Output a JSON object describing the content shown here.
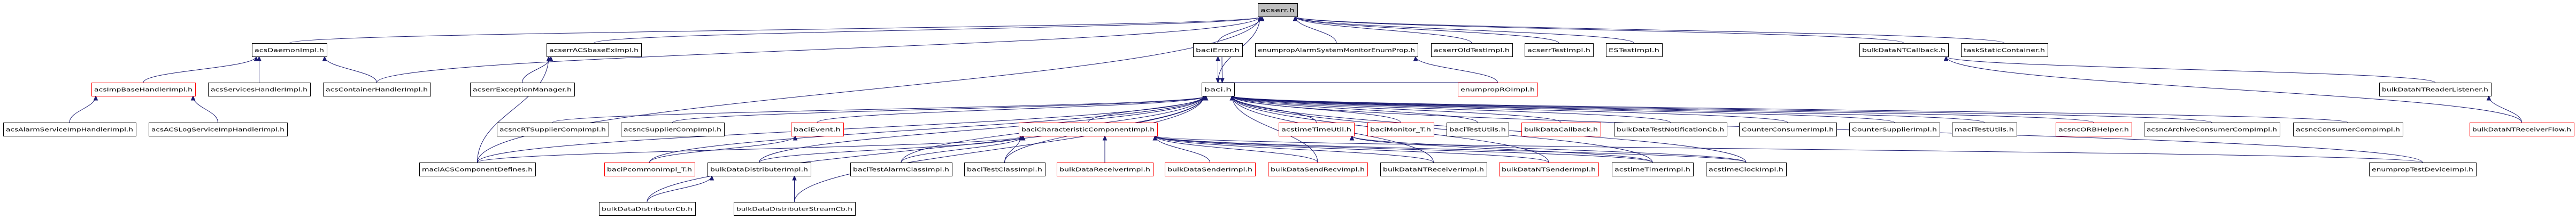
{
  "title": "acserr.h",
  "colors": {
    "edge": "#191970",
    "root_fill": "#bfbfbf",
    "normal_border": "#000000",
    "truncated_border": "#ff0000"
  },
  "nodes": [
    {
      "id": "acserr",
      "label": "acserr.h",
      "root": true
    },
    {
      "id": "acsDaemonImpl",
      "label": "acsDaemonImpl.h"
    },
    {
      "id": "acserrACSbaseExImpl",
      "label": "acserrACSbaseExImpl.h"
    },
    {
      "id": "baciError",
      "label": "baciError.h"
    },
    {
      "id": "enumpropAlarm",
      "label": "enumpropAlarmSystemMonitorEnumProp.h"
    },
    {
      "id": "acserrOldTestImpl",
      "label": "acserrOldTestImpl.h"
    },
    {
      "id": "acserrTestImpl",
      "label": "acserrTestImpl.h"
    },
    {
      "id": "ESTestImpl",
      "label": "ESTestImpl.h"
    },
    {
      "id": "bulkDataNTCallback",
      "label": "bulkDataNTCallback.h"
    },
    {
      "id": "taskStaticContainer",
      "label": "taskStaticContainer.h"
    },
    {
      "id": "acsImpBaseHandlerImpl",
      "label": "acsImpBaseHandlerImpl.h",
      "truncated": true
    },
    {
      "id": "acsServicesHandlerImpl",
      "label": "acsServicesHandlerImpl.h"
    },
    {
      "id": "acsContainerHandlerImpl",
      "label": "acsContainerHandlerImpl.h"
    },
    {
      "id": "acserrExceptionManager",
      "label": "acserrExceptionManager.h"
    },
    {
      "id": "baci",
      "label": "baci.h"
    },
    {
      "id": "enumpropROImpl",
      "label": "enumpropROImpl.h",
      "truncated": true
    },
    {
      "id": "bulkDataNTReaderListener",
      "label": "bulkDataNTReaderListener.h"
    },
    {
      "id": "acsAlarmServiceImpHandlerImpl",
      "label": "acsAlarmServiceImpHandlerImpl.h"
    },
    {
      "id": "acsACSLogServiceImpHandlerImpl",
      "label": "acsACSLogServiceImpHandlerImpl.h"
    },
    {
      "id": "acsncRTSupplierCompImpl",
      "label": "acsncRTSupplierCompImpl.h"
    },
    {
      "id": "acsncSupplierCompImpl",
      "label": "acsncSupplierCompImpl.h"
    },
    {
      "id": "baciEvent",
      "label": "baciEvent.h",
      "truncated": true
    },
    {
      "id": "baciCharacteristicComponentImpl",
      "label": "baciCharacteristicComponentImpl.h",
      "truncated": true
    },
    {
      "id": "acstimeTimeUtil",
      "label": "acstimeTimeUtil.h",
      "truncated": true
    },
    {
      "id": "baciMonitor_T",
      "label": "baciMonitor_T.h",
      "truncated": true
    },
    {
      "id": "baciTestUtils",
      "label": "baciTestUtils.h"
    },
    {
      "id": "bulkDataCallback",
      "label": "bulkDataCallback.h",
      "truncated": true
    },
    {
      "id": "bulkDataTestNotificationCb",
      "label": "bulkDataTestNotificationCb.h"
    },
    {
      "id": "CounterConsumerImpl",
      "label": "CounterConsumerImpl.h"
    },
    {
      "id": "CounterSupplierImpl",
      "label": "CounterSupplierImpl.h"
    },
    {
      "id": "maciTestUtils",
      "label": "maciTestUtils.h"
    },
    {
      "id": "acsncORBHelper",
      "label": "acsncORBHelper.h",
      "truncated": true
    },
    {
      "id": "acsncArchiveConsumerCompImpl",
      "label": "acsncArchiveConsumerCompImpl.h"
    },
    {
      "id": "acsncConsumerCompImpl",
      "label": "acsncConsumerCompImpl.h"
    },
    {
      "id": "bulkDataNTReceiverFlow",
      "label": "bulkDataNTReceiverFlow.h",
      "truncated": true
    },
    {
      "id": "maciACSComponentDefines",
      "label": "maciACSComponentDefines.h"
    },
    {
      "id": "baciPcommonImpl_T",
      "label": "baciPcommonImpl_T.h",
      "truncated": true
    },
    {
      "id": "bulkDataDistributerImpl",
      "label": "bulkDataDistributerImpl.h"
    },
    {
      "id": "baciTestAlarmClassImpl",
      "label": "baciTestAlarmClassImpl.h"
    },
    {
      "id": "baciTestClassImpl",
      "label": "baciTestClassImpl.h"
    },
    {
      "id": "bulkDataReceiverImpl",
      "label": "bulkDataReceiverImpl.h",
      "truncated": true
    },
    {
      "id": "bulkDataSenderImpl",
      "label": "bulkDataSenderImpl.h",
      "truncated": true
    },
    {
      "id": "bulkDataSendRecvImpl",
      "label": "bulkDataSendRecvImpl.h",
      "truncated": true
    },
    {
      "id": "bulkDataNTReceiverImpl",
      "label": "bulkDataNTReceiverImpl.h"
    },
    {
      "id": "bulkDataNTSenderImpl",
      "label": "bulkDataNTSenderImpl.h",
      "truncated": true
    },
    {
      "id": "acstimeTimerImpl",
      "label": "acstimeTimerImpl.h"
    },
    {
      "id": "acstimeClockImpl",
      "label": "acstimeClockImpl.h"
    },
    {
      "id": "enumpropTestDeviceImpl",
      "label": "enumpropTestDeviceImpl.h"
    },
    {
      "id": "bulkDataDistributerCb",
      "label": "bulkDataDistributerCb.h"
    },
    {
      "id": "bulkDataDistributerStreamCb",
      "label": "bulkDataDistributerStreamCb.h"
    }
  ],
  "edges": [
    [
      "acsDaemonImpl",
      "acserr"
    ],
    [
      "acserrACSbaseExImpl",
      "acserr"
    ],
    [
      "baciError",
      "acserr"
    ],
    [
      "baci",
      "acserr"
    ],
    [
      "enumpropAlarm",
      "acserr"
    ],
    [
      "acserrOldTestImpl",
      "acserr"
    ],
    [
      "acserrTestImpl",
      "acserr"
    ],
    [
      "ESTestImpl",
      "acserr"
    ],
    [
      "bulkDataNTCallback",
      "acserr"
    ],
    [
      "taskStaticContainer",
      "acserr"
    ],
    [
      "acsContainerHandlerImpl",
      "acserr"
    ],
    [
      "maciACSComponentDefines",
      "acserr"
    ],
    [
      "acsImpBaseHandlerImpl",
      "acsDaemonImpl"
    ],
    [
      "acsServicesHandlerImpl",
      "acsDaemonImpl"
    ],
    [
      "acsContainerHandlerImpl",
      "acsDaemonImpl"
    ],
    [
      "acsAlarmServiceImpHandlerImpl",
      "acsImpBaseHandlerImpl"
    ],
    [
      "acsACSLogServiceImpHandlerImpl",
      "acsImpBaseHandlerImpl"
    ],
    [
      "acserrExceptionManager",
      "acserrACSbaseExImpl"
    ],
    [
      "maciACSComponentDefines",
      "acserrACSbaseExImpl"
    ],
    [
      "baci",
      "baciError"
    ],
    [
      "baciError",
      "baci"
    ],
    [
      "enumpropROImpl",
      "enumpropAlarm"
    ],
    [
      "bulkDataNTReaderListener",
      "bulkDataNTCallback"
    ],
    [
      "bulkDataNTReceiverFlow",
      "bulkDataNTCallback"
    ],
    [
      "bulkDataNTReceiverFlow",
      "bulkDataNTReaderListener"
    ],
    [
      "acsncRTSupplierCompImpl",
      "baci"
    ],
    [
      "acsncSupplierCompImpl",
      "baci"
    ],
    [
      "baciEvent",
      "baci"
    ],
    [
      "baciCharacteristicComponentImpl",
      "baci"
    ],
    [
      "acstimeTimeUtil",
      "baci"
    ],
    [
      "baciMonitor_T",
      "baci"
    ],
    [
      "baciTestUtils",
      "baci"
    ],
    [
      "bulkDataCallback",
      "baci"
    ],
    [
      "bulkDataTestNotificationCb",
      "baci"
    ],
    [
      "CounterConsumerImpl",
      "baci"
    ],
    [
      "CounterSupplierImpl",
      "baci"
    ],
    [
      "maciTestUtils",
      "baci"
    ],
    [
      "acsncORBHelper",
      "baci"
    ],
    [
      "acsncArchiveConsumerCompImpl",
      "baci"
    ],
    [
      "acsncConsumerCompImpl",
      "baci"
    ],
    [
      "enumpropROImpl",
      "baci"
    ],
    [
      "maciACSComponentDefines",
      "baci"
    ],
    [
      "baciPcommonImpl_T",
      "baci"
    ],
    [
      "bulkDataDistributerImpl",
      "baci"
    ],
    [
      "baciTestAlarmClassImpl",
      "baci"
    ],
    [
      "baciTestClassImpl",
      "baci"
    ],
    [
      "bulkDataSendRecvImpl",
      "baci"
    ],
    [
      "bulkDataNTReceiverImpl",
      "baci"
    ],
    [
      "bulkDataNTSenderImpl",
      "baci"
    ],
    [
      "acstimeTimerImpl",
      "baci"
    ],
    [
      "acstimeClockImpl",
      "baci"
    ],
    [
      "enumpropTestDeviceImpl",
      "baci"
    ],
    [
      "bulkDataDistributerCb",
      "baci"
    ],
    [
      "bulkDataDistributerStreamCb",
      "baci"
    ],
    [
      "maciACSComponentDefines",
      "baciCharacteristicComponentImpl"
    ],
    [
      "bulkDataDistributerImpl",
      "baciCharacteristicComponentImpl"
    ],
    [
      "baciTestAlarmClassImpl",
      "baciCharacteristicComponentImpl"
    ],
    [
      "baciTestClassImpl",
      "baciCharacteristicComponentImpl"
    ],
    [
      "bulkDataReceiverImpl",
      "baciCharacteristicComponentImpl"
    ],
    [
      "bulkDataSenderImpl",
      "baciCharacteristicComponentImpl"
    ],
    [
      "bulkDataSendRecvImpl",
      "baciCharacteristicComponentImpl"
    ],
    [
      "bulkDataNTReceiverImpl",
      "baciCharacteristicComponentImpl"
    ],
    [
      "bulkDataNTSenderImpl",
      "baciCharacteristicComponentImpl"
    ],
    [
      "acstimeTimerImpl",
      "baciCharacteristicComponentImpl"
    ],
    [
      "acstimeClockImpl",
      "baciCharacteristicComponentImpl"
    ],
    [
      "enumpropTestDeviceImpl",
      "baciCharacteristicComponentImpl"
    ],
    [
      "baciPcommonImpl_T",
      "baciEvent"
    ],
    [
      "bulkDataDistributerCb",
      "bulkDataDistributerImpl"
    ],
    [
      "bulkDataDistributerStreamCb",
      "bulkDataDistributerImpl"
    ],
    [
      "acstimeTimerImpl",
      "acstimeTimeUtil"
    ],
    [
      "acstimeClockImpl",
      "acstimeTimeUtil"
    ]
  ]
}
